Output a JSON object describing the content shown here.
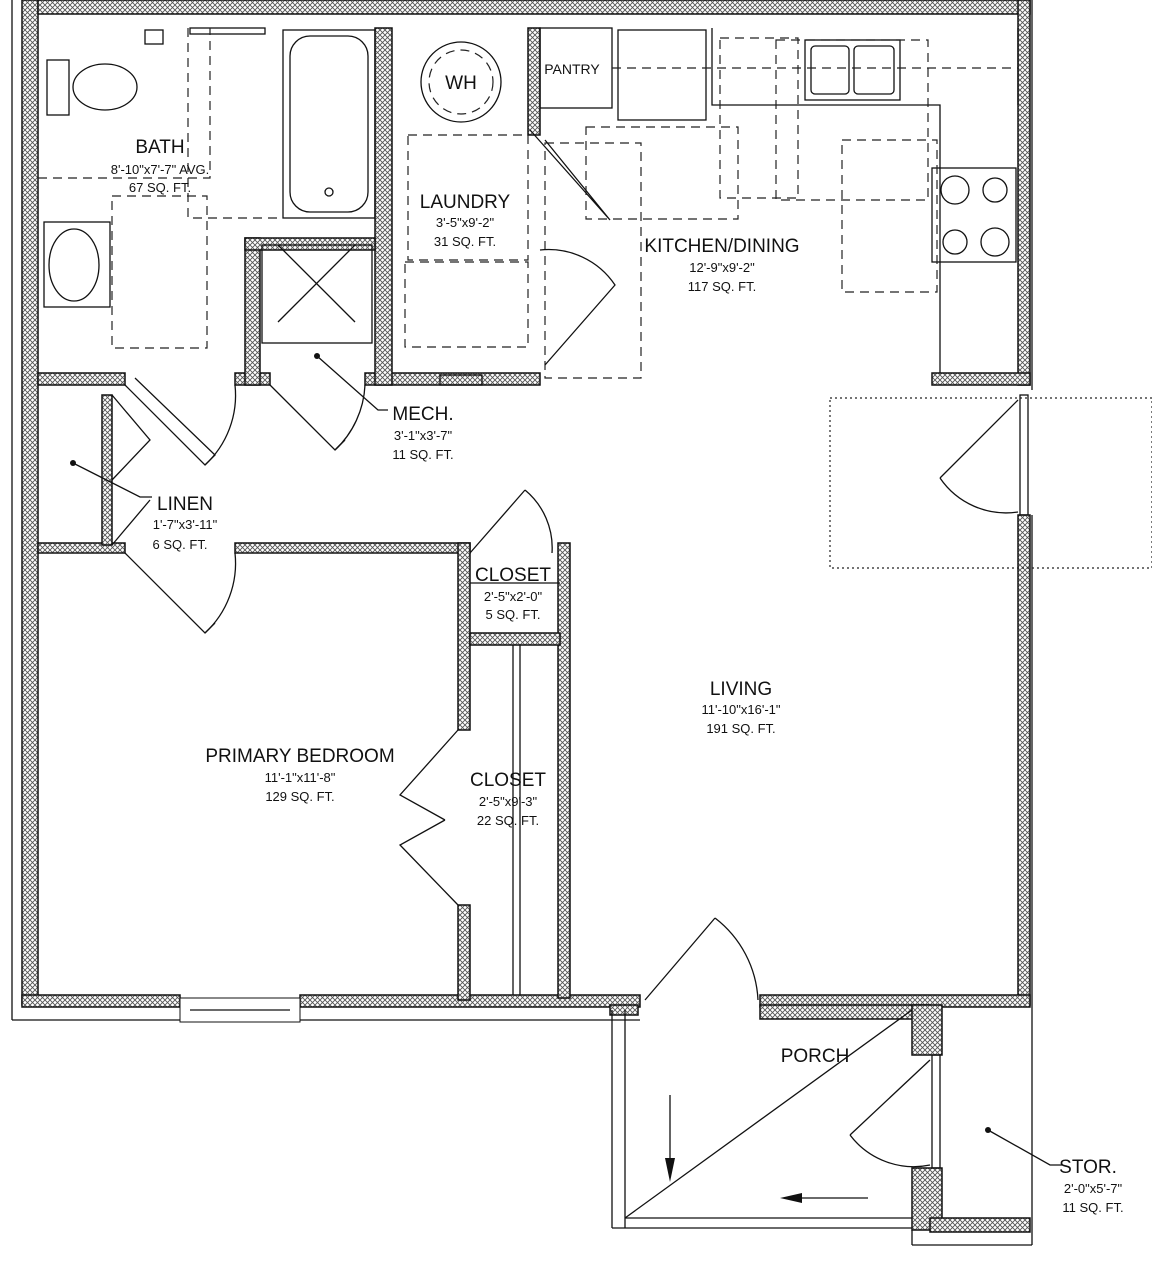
{
  "rooms": {
    "bath": {
      "name": "BATH",
      "dims": "8'-10\"x7'-7\" AVG.",
      "area": "67 SQ. FT."
    },
    "laundry": {
      "name": "LAUNDRY",
      "dims": "3'-5\"x9'-2\"",
      "area": "31 SQ. FT."
    },
    "kitchen": {
      "name": "KITCHEN/DINING",
      "dims": "12'-9\"x9'-2\"",
      "area": "117 SQ. FT."
    },
    "mech": {
      "name": "MECH.",
      "dims": "3'-1\"x3'-7\"",
      "area": "11 SQ. FT."
    },
    "linen": {
      "name": "LINEN",
      "dims": "1'-7\"x3'-11\"",
      "area": "6 SQ. FT."
    },
    "closet_small": {
      "name": "CLOSET",
      "dims": "2'-5\"x2'-0\"",
      "area": "5 SQ. FT."
    },
    "living": {
      "name": "LIVING",
      "dims": "11'-10\"x16'-1\"",
      "area": "191 SQ. FT."
    },
    "bedroom": {
      "name": "PRIMARY BEDROOM",
      "dims": "11'-1\"x11'-8\"",
      "area": "129 SQ. FT."
    },
    "closet_large": {
      "name": "CLOSET",
      "dims": "2'-5\"x9'-3\"",
      "area": "22 SQ. FT."
    },
    "porch": {
      "name": "PORCH"
    },
    "storage": {
      "name": "STOR.",
      "dims": "2'-0\"x5'-7\"",
      "area": "11 SQ. FT."
    }
  },
  "fixtures": {
    "water_heater": "WH",
    "pantry": "PANTRY"
  }
}
